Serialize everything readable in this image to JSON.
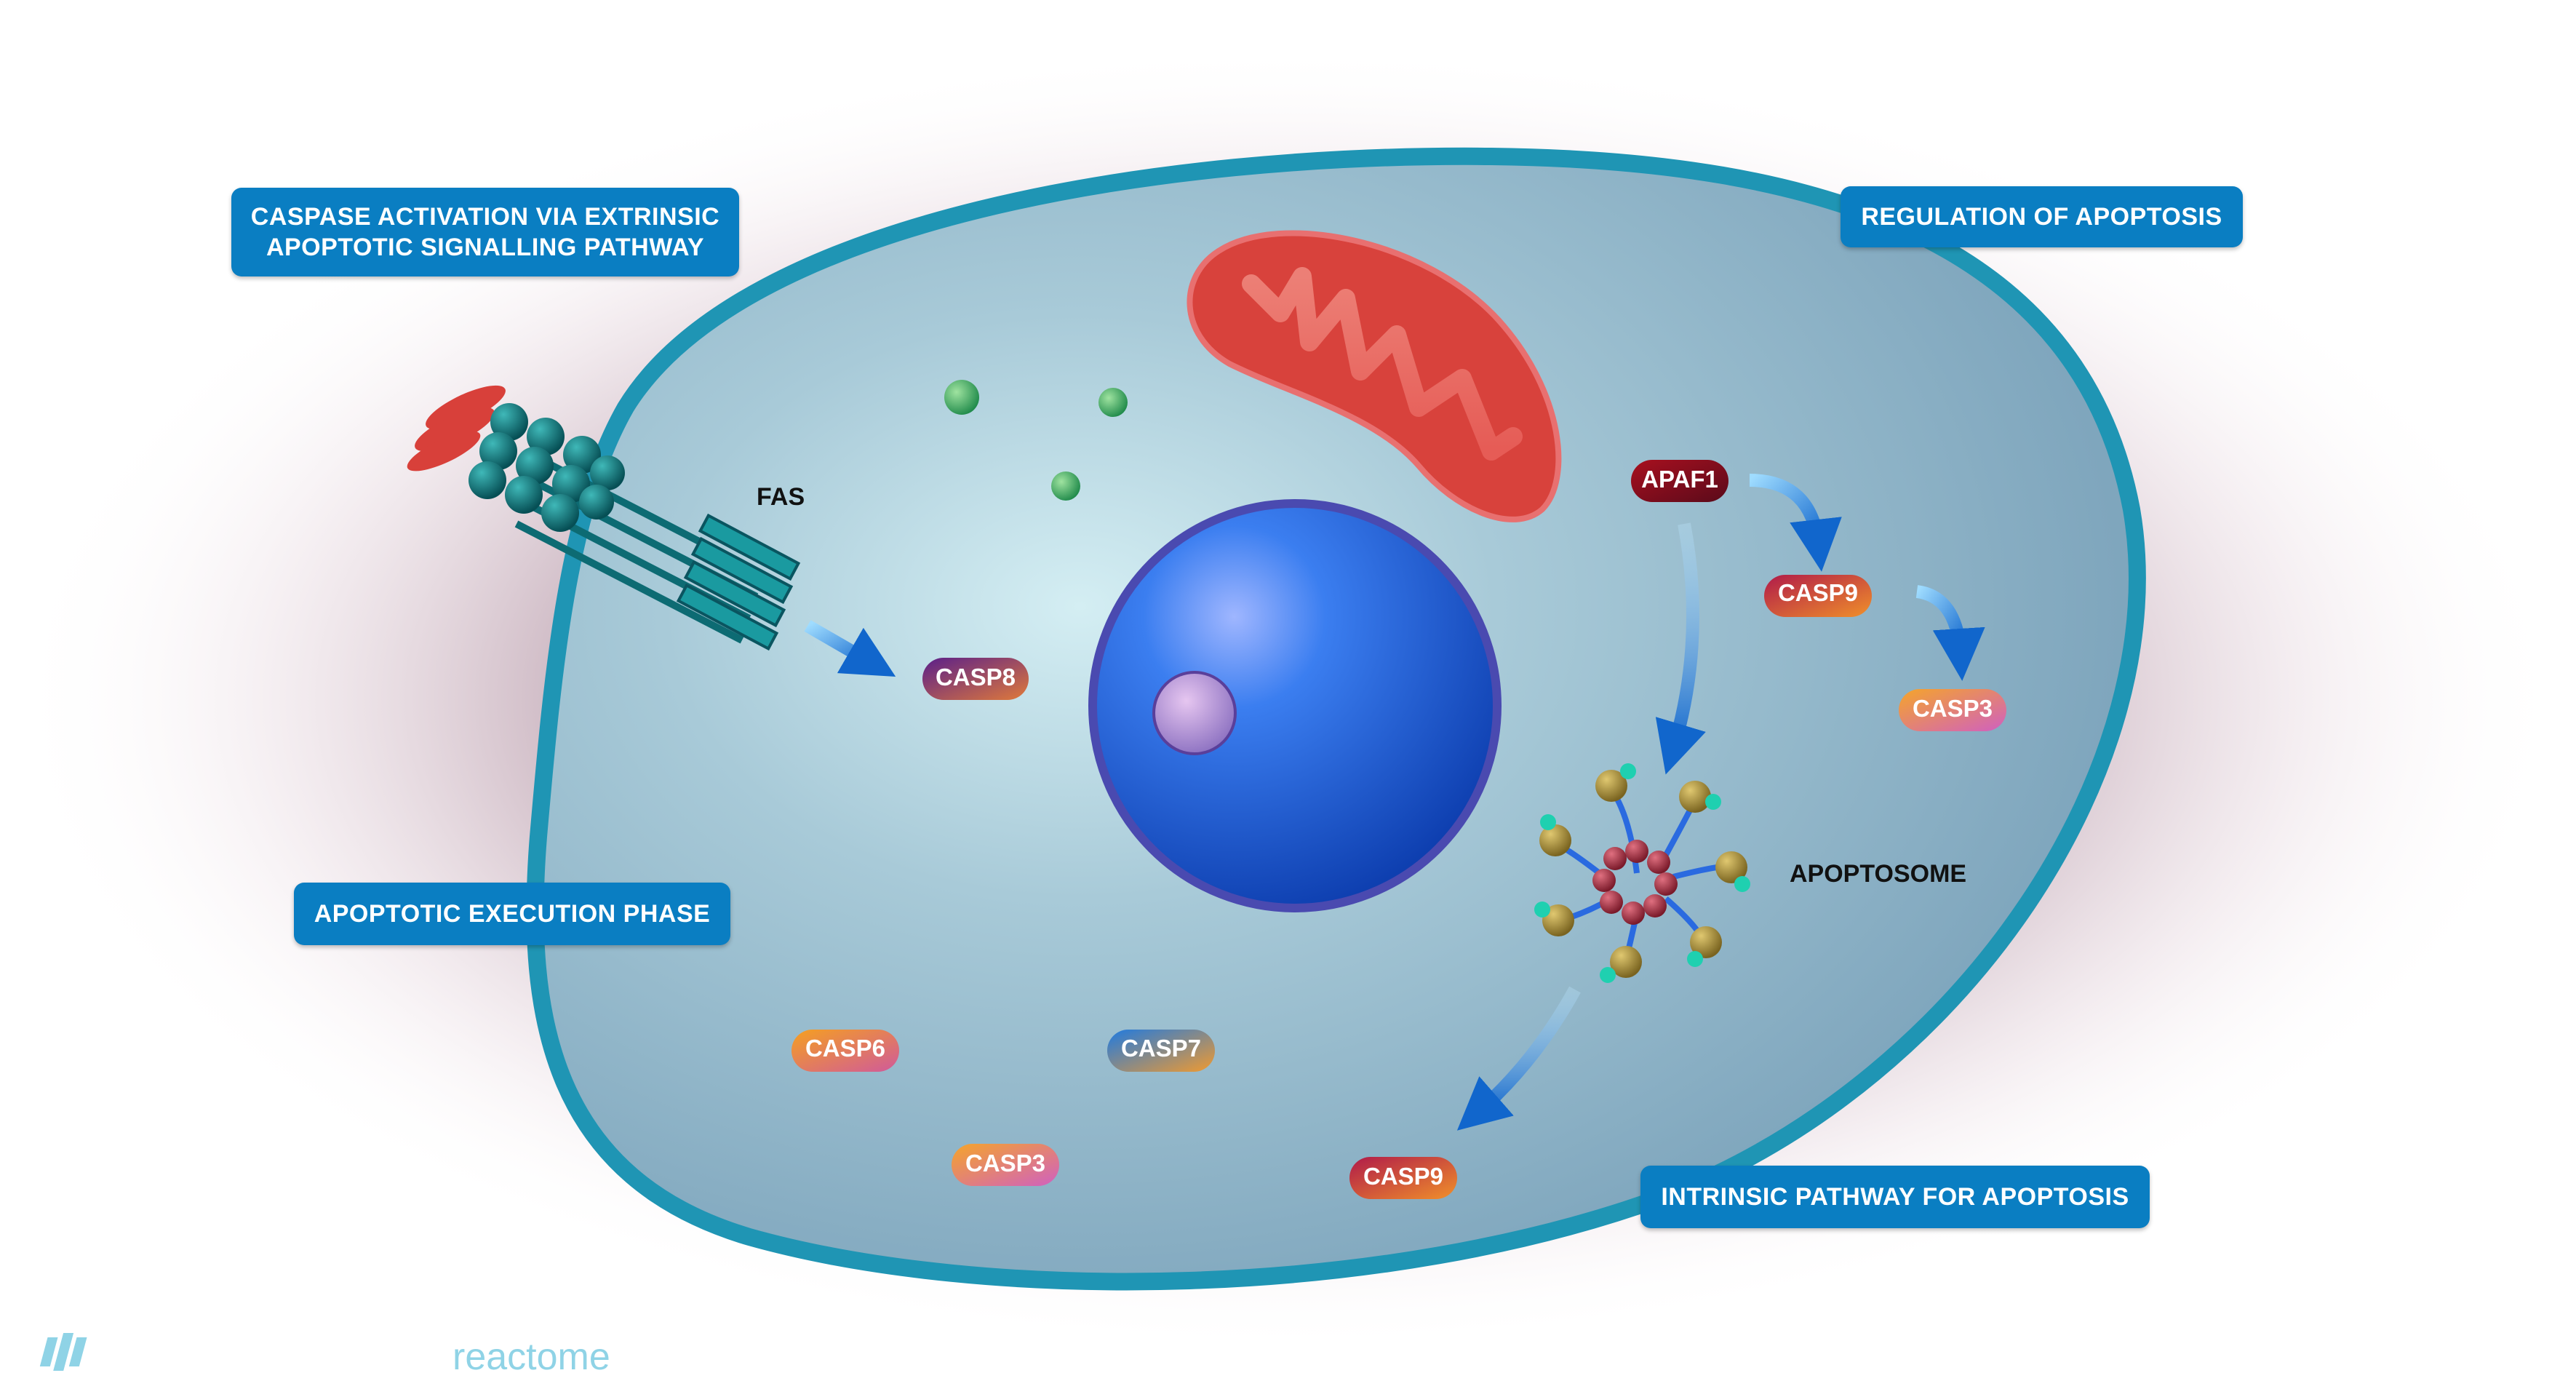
{
  "pathways": {
    "extrinsic": {
      "line1": "CASPASE ACTIVATION VIA EXTRINSIC",
      "line2": "APOPTOTIC SIGNALLING PATHWAY"
    },
    "regulation": {
      "label": "REGULATION OF APOPTOSIS"
    },
    "execution": {
      "label": "APOPTOTIC EXECUTION PHASE"
    },
    "intrinsic": {
      "label": "INTRINSIC PATHWAY FOR APOPTOSIS"
    }
  },
  "labels": {
    "fas": "FAS",
    "apoptosome": "APOPTOSOME"
  },
  "molecules": {
    "casp8": "CASP8",
    "apaf1": "APAF1",
    "casp9_top": "CASP9",
    "casp3_right": "CASP3",
    "casp6": "CASP6",
    "casp7": "CASP7",
    "casp3_bottom": "CASP3",
    "casp9_bottom": "CASP9"
  },
  "logo": {
    "text": "reactome"
  },
  "colors": {
    "button": "#0a7ec2",
    "membrane": "#1f95b4",
    "cytoplasm": "#8fb5c9",
    "nucleus": "#1f5fd6",
    "mitochondrion": "#d8423c"
  }
}
